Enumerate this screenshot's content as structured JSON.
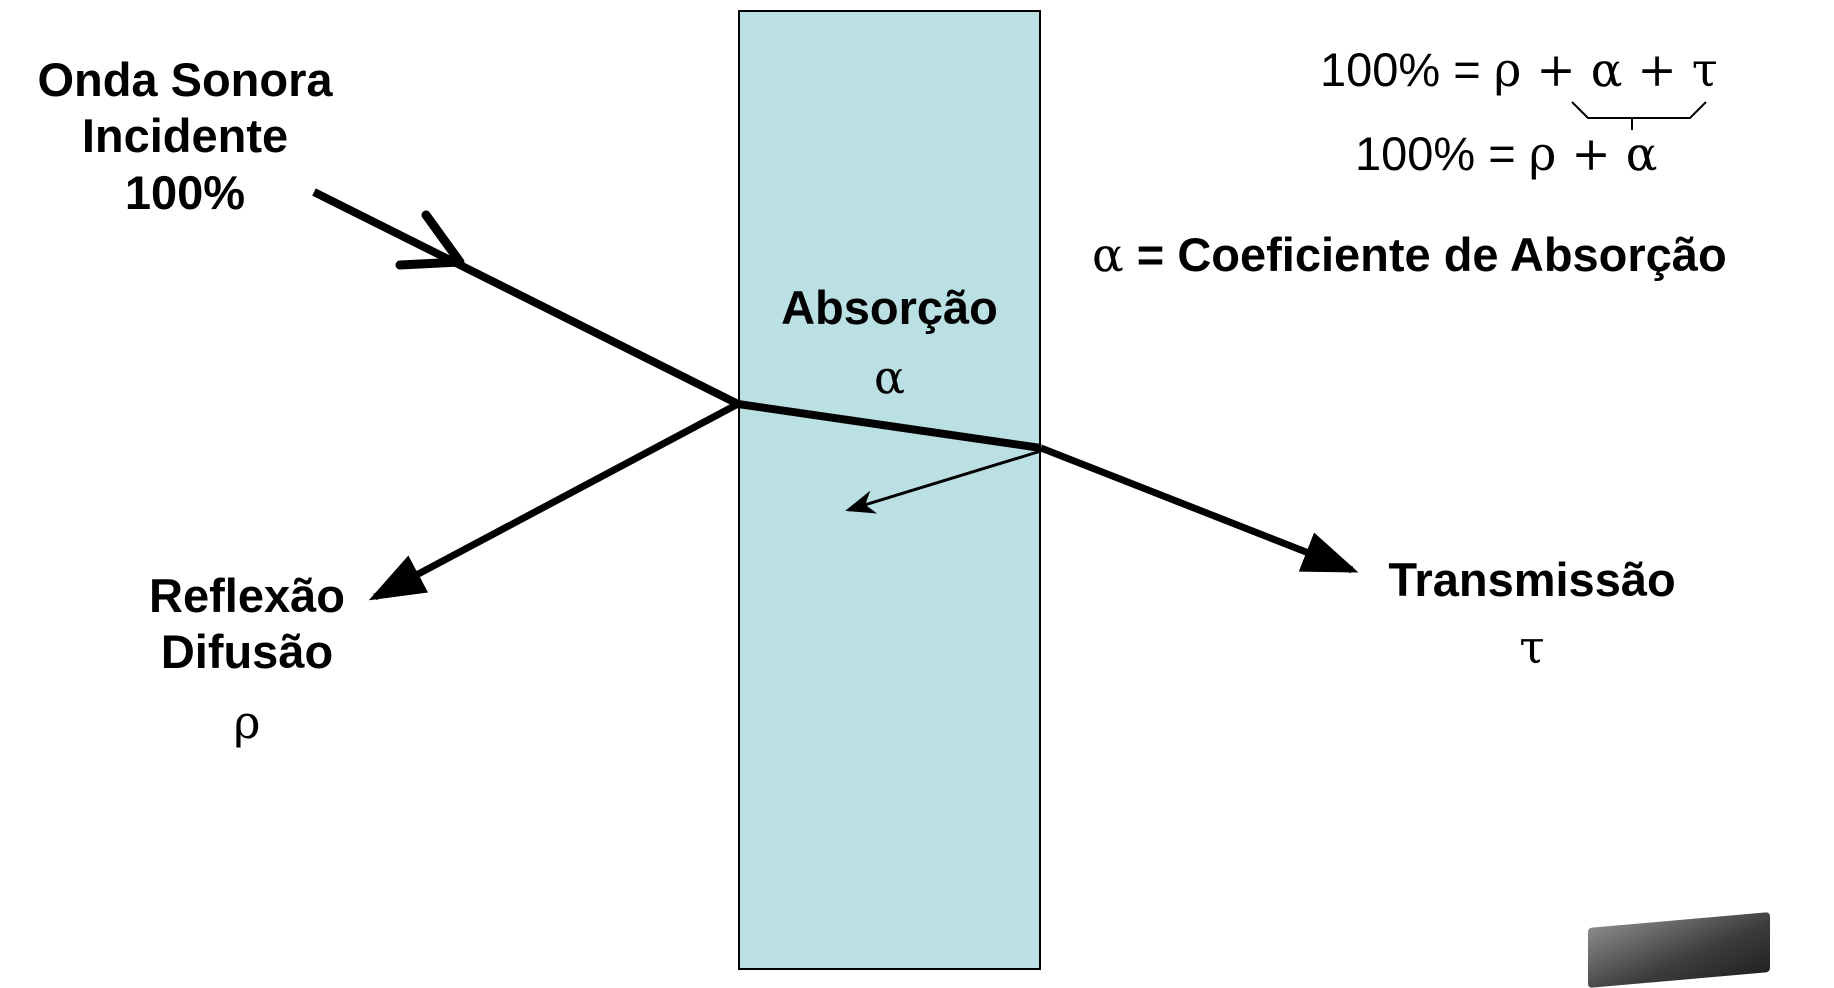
{
  "labels": {
    "incident": [
      "Onda Sonora",
      "Incidente",
      "100%"
    ],
    "absorption": "Absorção",
    "absorption_symbol": "α",
    "reflection": [
      "Reflexão",
      "Difusão"
    ],
    "reflection_symbol": "ρ",
    "transmission": "Transmissão",
    "transmission_symbol": "τ"
  },
  "equations": {
    "eq1": {
      "lhs": "100% = ",
      "rho": "ρ",
      "plus1": " + ",
      "alpha": "α",
      "plus2": " + ",
      "tau": "τ"
    },
    "eq2": {
      "lhs": "100% = ",
      "rho": "ρ",
      "plus": " + ",
      "alpha": "α"
    },
    "definition": {
      "symbol": "α",
      "text": " = Coeficiente de Absorção"
    }
  },
  "colors": {
    "panel": "#bae0e3",
    "stroke": "#000000"
  }
}
